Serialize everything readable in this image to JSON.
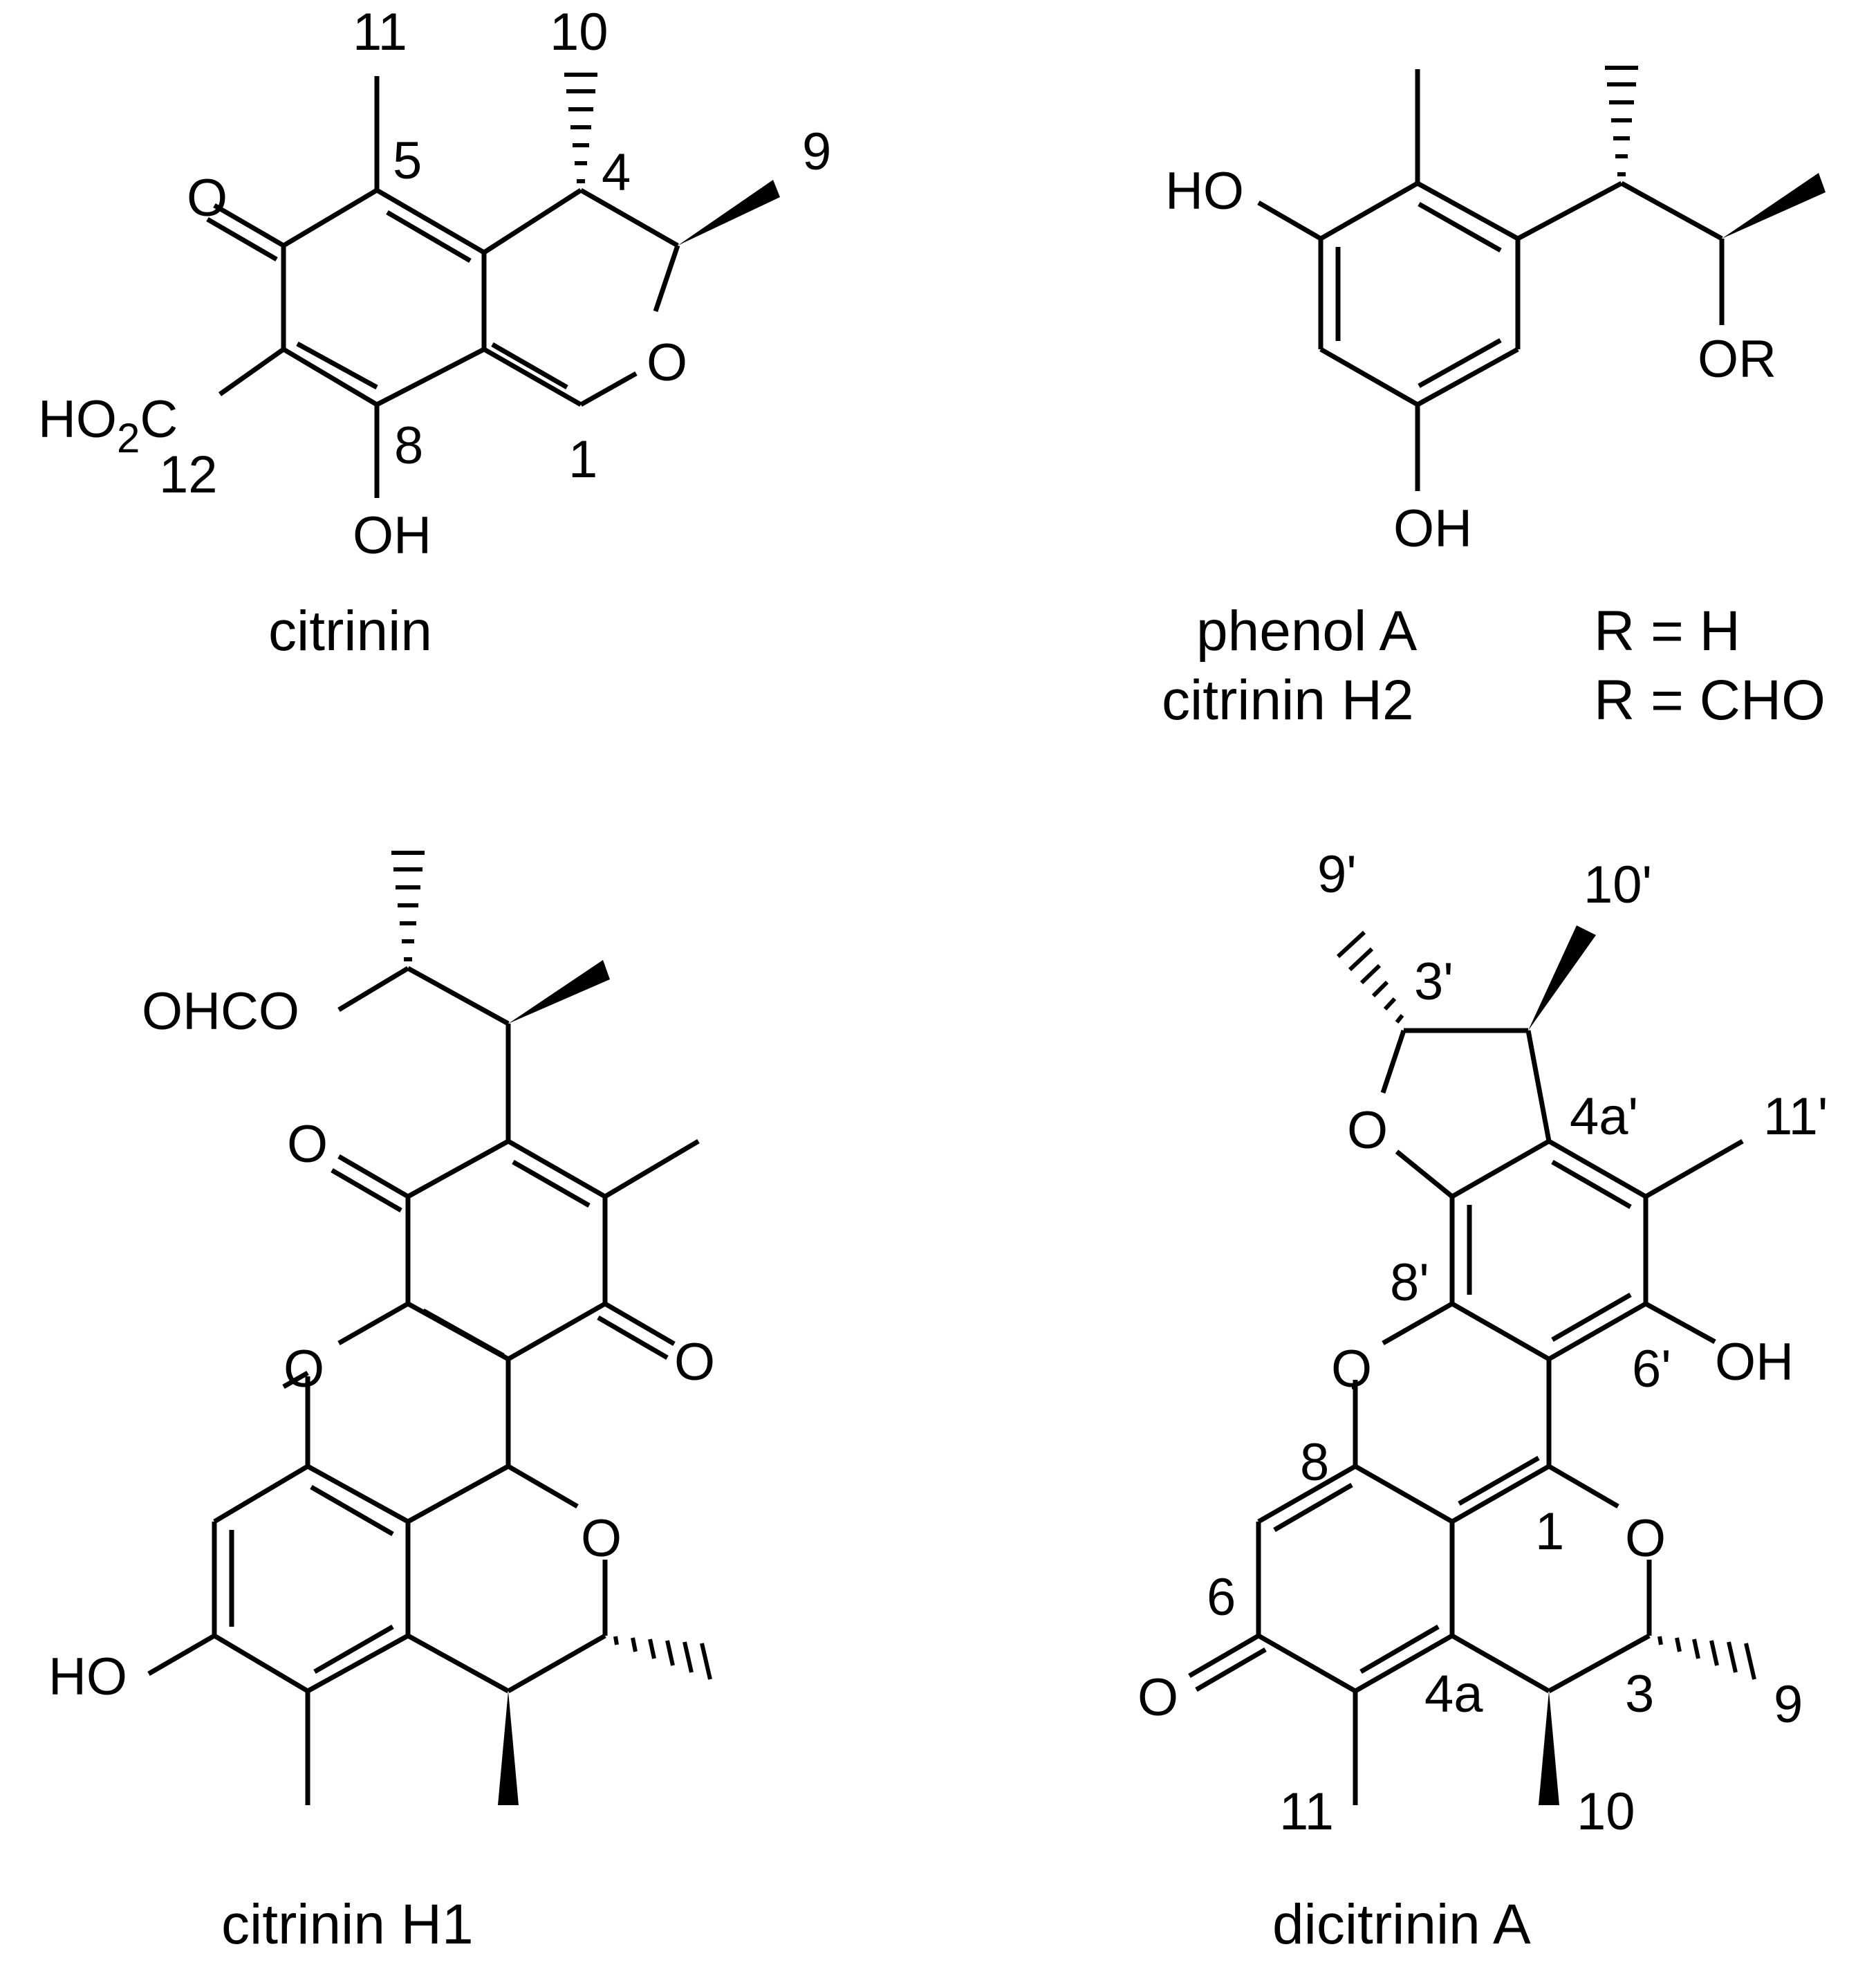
{
  "compounds": {
    "citrinin": {
      "name": "citrinin",
      "atoms": {
        "O_keto": "O",
        "cooh": "HO",
        "cooh_sub": "2",
        "cooh_c": "C",
        "c12": "12",
        "oh": "OH",
        "o_ring": "O",
        "n11": "11",
        "n10": "10",
        "n9": "9",
        "n5": "5",
        "n4": "4",
        "n8": "8",
        "n1": "1"
      }
    },
    "phenol_a": {
      "name": "phenol A",
      "name2": "citrinin H2",
      "r1": "R = H",
      "r2": "R = CHO",
      "atoms": {
        "ho": "HO",
        "oh": "OH",
        "or": "OR"
      }
    },
    "citrinin_h1": {
      "name": "citrinin H1",
      "atoms": {
        "ohco": "OHCO",
        "o1": "O",
        "o2": "O",
        "o3": "O",
        "o4": "O",
        "ho": "HO"
      }
    },
    "dicitrinin_a": {
      "name": "dicitrinin A",
      "atoms": {
        "o_furan": "O",
        "o_pyran": "O",
        "o_ring": "O",
        "o_keto": "O",
        "oh": "OH",
        "n9p": "9'",
        "n10p": "10'",
        "n3p": "3'",
        "n4ap": "4a'",
        "n11p": "11'",
        "n8p": "8'",
        "n6p": "6'",
        "n8": "8",
        "n1": "1",
        "n6": "6",
        "n4a": "4a",
        "n3": "3",
        "n9": "9",
        "n11": "11",
        "n10": "10"
      }
    }
  }
}
